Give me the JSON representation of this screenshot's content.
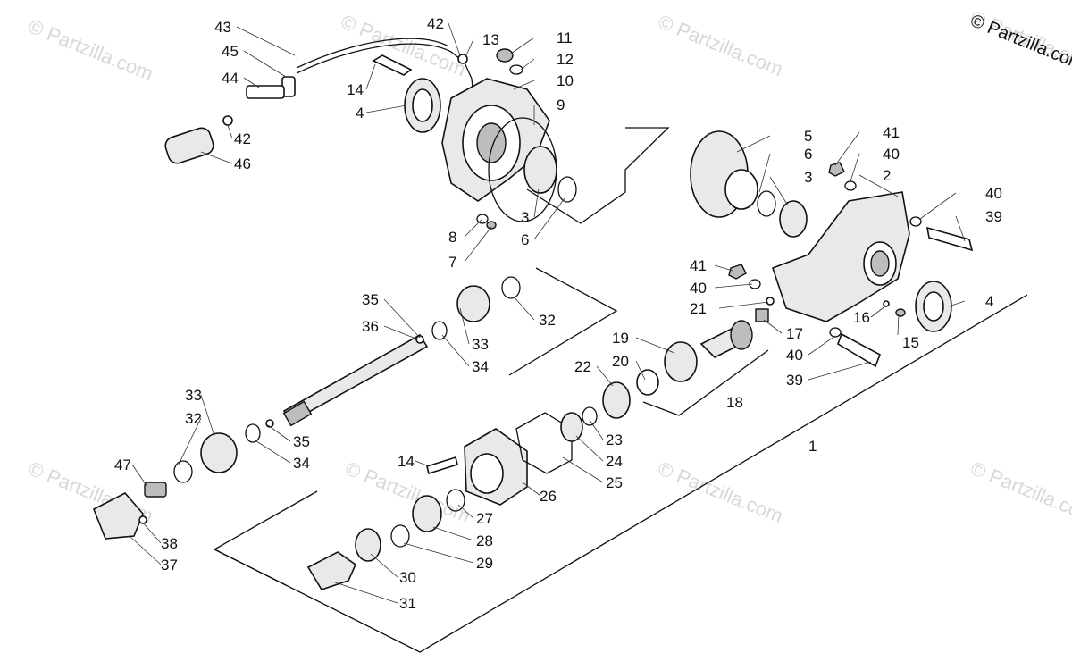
{
  "watermarks": [
    "© Partzilla.com",
    "© Partzilla.com",
    "© Partzilla.com",
    "© Partzilla.com",
    "© Partzilla.com",
    "© Partzilla.com",
    "© Partzilla.com",
    "© Partzilla.com"
  ],
  "copyright": "© Partzilla.com",
  "part_numbers": [
    "43",
    "42",
    "13",
    "11",
    "45",
    "12",
    "44",
    "10",
    "14",
    "4",
    "9",
    "42",
    "46",
    "5",
    "41",
    "6",
    "40",
    "3",
    "2",
    "40",
    "39",
    "8",
    "3",
    "7",
    "6",
    "41",
    "40",
    "4",
    "35",
    "32",
    "36",
    "21",
    "16",
    "33",
    "17",
    "15",
    "19",
    "34",
    "20",
    "40",
    "39",
    "22",
    "18",
    "1",
    "33",
    "32",
    "35",
    "23",
    "34",
    "24",
    "47",
    "14",
    "25",
    "26",
    "27",
    "28",
    "38",
    "29",
    "37",
    "30",
    "31"
  ]
}
